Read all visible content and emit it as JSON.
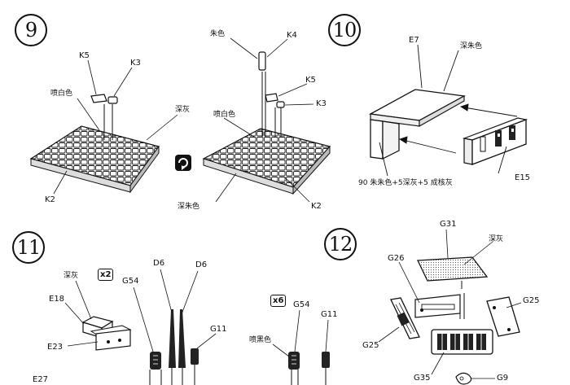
{
  "steps": {
    "s9": "9",
    "s10": "10",
    "s11": "11",
    "s12": "12"
  },
  "labels": {
    "k5_a": "K5",
    "k3_a": "K3",
    "spray_white_a": "喷白色",
    "dark_gray_a": "深灰",
    "k2_a": "K2",
    "deep_red_top": "朱色",
    "k4": "K4",
    "k5_b": "K5",
    "k3_b": "K3",
    "spray_white_b": "喷白色",
    "dark_red_bottom": "深朱色",
    "k2_b": "K2",
    "e7": "E7",
    "dark_red_e7": "深朱色",
    "e15": "E15",
    "color_mix": "90 朱朱色+5深灰+5 成核灰",
    "dark_gray_e18": "深灰",
    "e18": "E18",
    "e23": "E23",
    "e27": "E27",
    "g54_a": "G54",
    "d6_a": "D6",
    "d6_b": "D6",
    "g11_a": "G11",
    "g54_b": "G54",
    "g11_b": "G11",
    "spray_black": "喷黑色",
    "g31": "G31",
    "dark_gray_g31": "深灰",
    "g26": "G26",
    "g25_r": "G25",
    "g25_l": "G25",
    "g35": "G35",
    "g9": "G9"
  },
  "badges": {
    "x2": "x2",
    "x6": "x6"
  },
  "icons": {
    "rotate": "rotate-view-icon"
  }
}
